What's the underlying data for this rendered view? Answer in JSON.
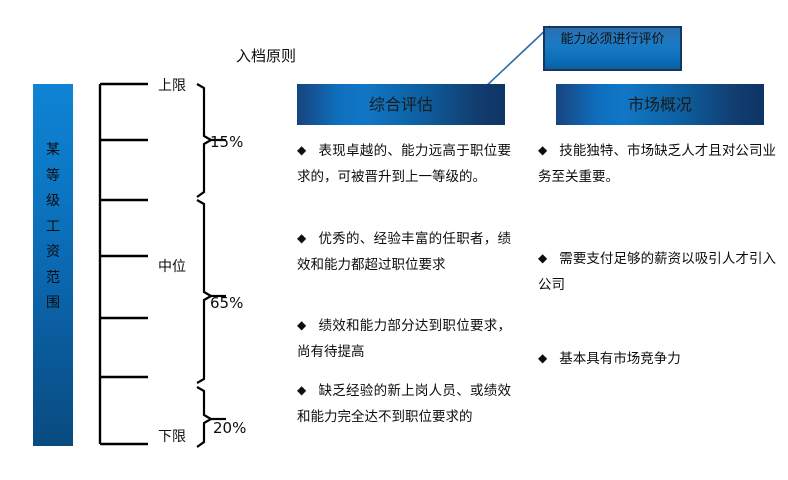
{
  "diagram": {
    "title_note": "入档原则",
    "grade_bar": {
      "label": "某\n等\n级\n工\n资\n范\n围",
      "gradient_top": "#0f83d4",
      "gradient_bottom": "#094b80"
    },
    "scale": {
      "upper_label": "上限",
      "mid_label": "中位",
      "lower_label": "下限",
      "segments": [
        {
          "percent": "15%"
        },
        {
          "percent": "65%"
        },
        {
          "percent": "20%"
        }
      ],
      "tick_count": 7
    },
    "callout": {
      "text": "能力必须进行评价",
      "border_color": "#17365d",
      "fill_color": "#1077c6"
    },
    "columns": [
      {
        "header": "综合评估",
        "bullet_glyph": "◆",
        "items": [
          "表现卓越的、能力远高于职位要求的，可被晋升到上一等级的。",
          "优秀的、经验丰富的任职者，绩效和能力都超过职位要求",
          "绩效和能力部分达到职位要求，尚有待提高",
          "缺乏经验的新上岗人员、或绩效和能力完全达不到职位要求的"
        ]
      },
      {
        "header": "市场概况",
        "bullet_glyph": "◆",
        "items": [
          "技能独特、市场缺乏人才且对公司业务至关重要。",
          "需要支付足够的薪资以吸引人才引入公司",
          "基本具有市场竞争力"
        ]
      }
    ],
    "colors": {
      "header_bright": "#1077c6",
      "header_dark": "#123e72",
      "line": "#000000"
    }
  }
}
